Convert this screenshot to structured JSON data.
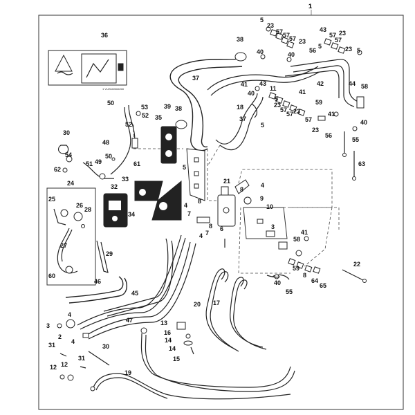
{
  "diagram": {
    "assembly_number": "1",
    "decal_code": "1 VU2#########",
    "callouts": [
      "1",
      "2",
      "3",
      "3",
      "4",
      "4",
      "4",
      "4",
      "4",
      "5",
      "5",
      "5",
      "5",
      "5",
      "5",
      "6",
      "7",
      "7",
      "8",
      "8",
      "8",
      "8",
      "9",
      "10",
      "11",
      "12",
      "12",
      "13",
      "14",
      "14",
      "15",
      "16",
      "17",
      "18",
      "19",
      "20",
      "21",
      "22",
      "23",
      "23",
      "23",
      "23",
      "23",
      "23",
      "23",
      "24",
      "25",
      "26",
      "27",
      "28",
      "29",
      "30",
      "30",
      "31",
      "31",
      "32",
      "33",
      "34",
      "35",
      "36",
      "37",
      "37",
      "38",
      "38",
      "39",
      "40",
      "40",
      "40",
      "40",
      "40",
      "41",
      "41",
      "41",
      "41",
      "42",
      "43",
      "43",
      "44",
      "45",
      "46",
      "47",
      "48",
      "49",
      "50",
      "50",
      "51",
      "52",
      "52",
      "53",
      "54",
      "55",
      "55",
      "56",
      "56",
      "57",
      "57",
      "57",
      "57",
      "57",
      "57",
      "57",
      "57",
      "58",
      "58",
      "59",
      "59",
      "60",
      "61",
      "62",
      "63",
      "64",
      "65"
    ]
  }
}
